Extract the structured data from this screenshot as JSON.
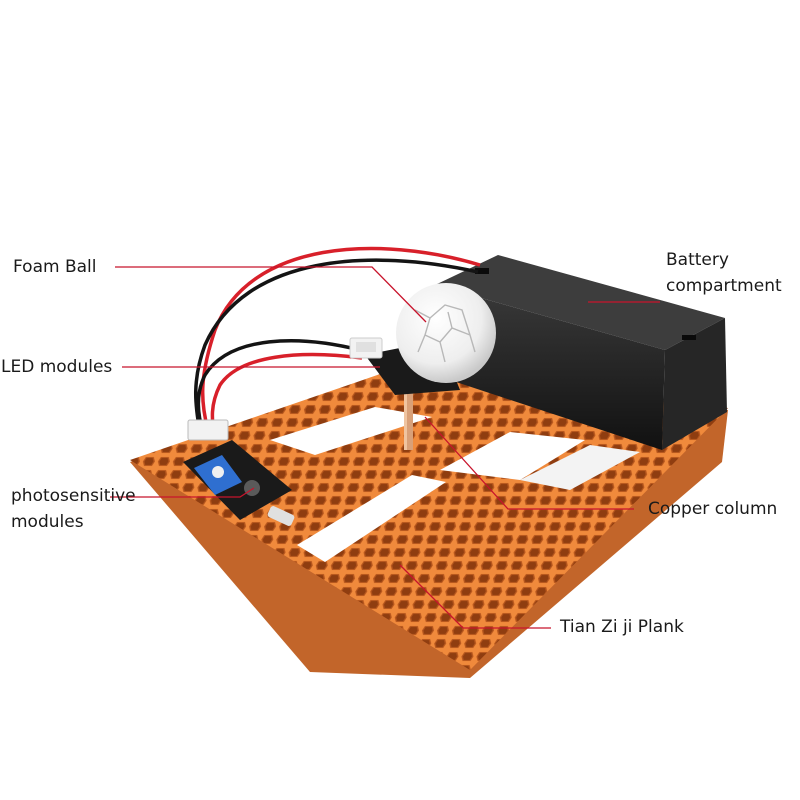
{
  "labels": {
    "foam_ball": "Foam Ball",
    "led_modules": "LED modules",
    "photosensitive_line1": "photosensitive",
    "photosensitive_line2": "modules",
    "battery_line1": "Battery",
    "battery_line2": "compartment",
    "copper_column": "Copper column",
    "plank": "Tian Zi ji Plank"
  },
  "colors": {
    "leader_line": "#c8142c",
    "plank": "#f08a3c",
    "plank_shadow": "#c2652a",
    "battery_box": "#1e1e1e",
    "pcb": "#1a1a1a",
    "potentiometer": "#2f6fd0",
    "wire_red": "#d8202a",
    "wire_black": "#141414",
    "copper": "#d9a078",
    "connector": "#f2f2f2",
    "foam_ball": "#f4f4f4"
  }
}
